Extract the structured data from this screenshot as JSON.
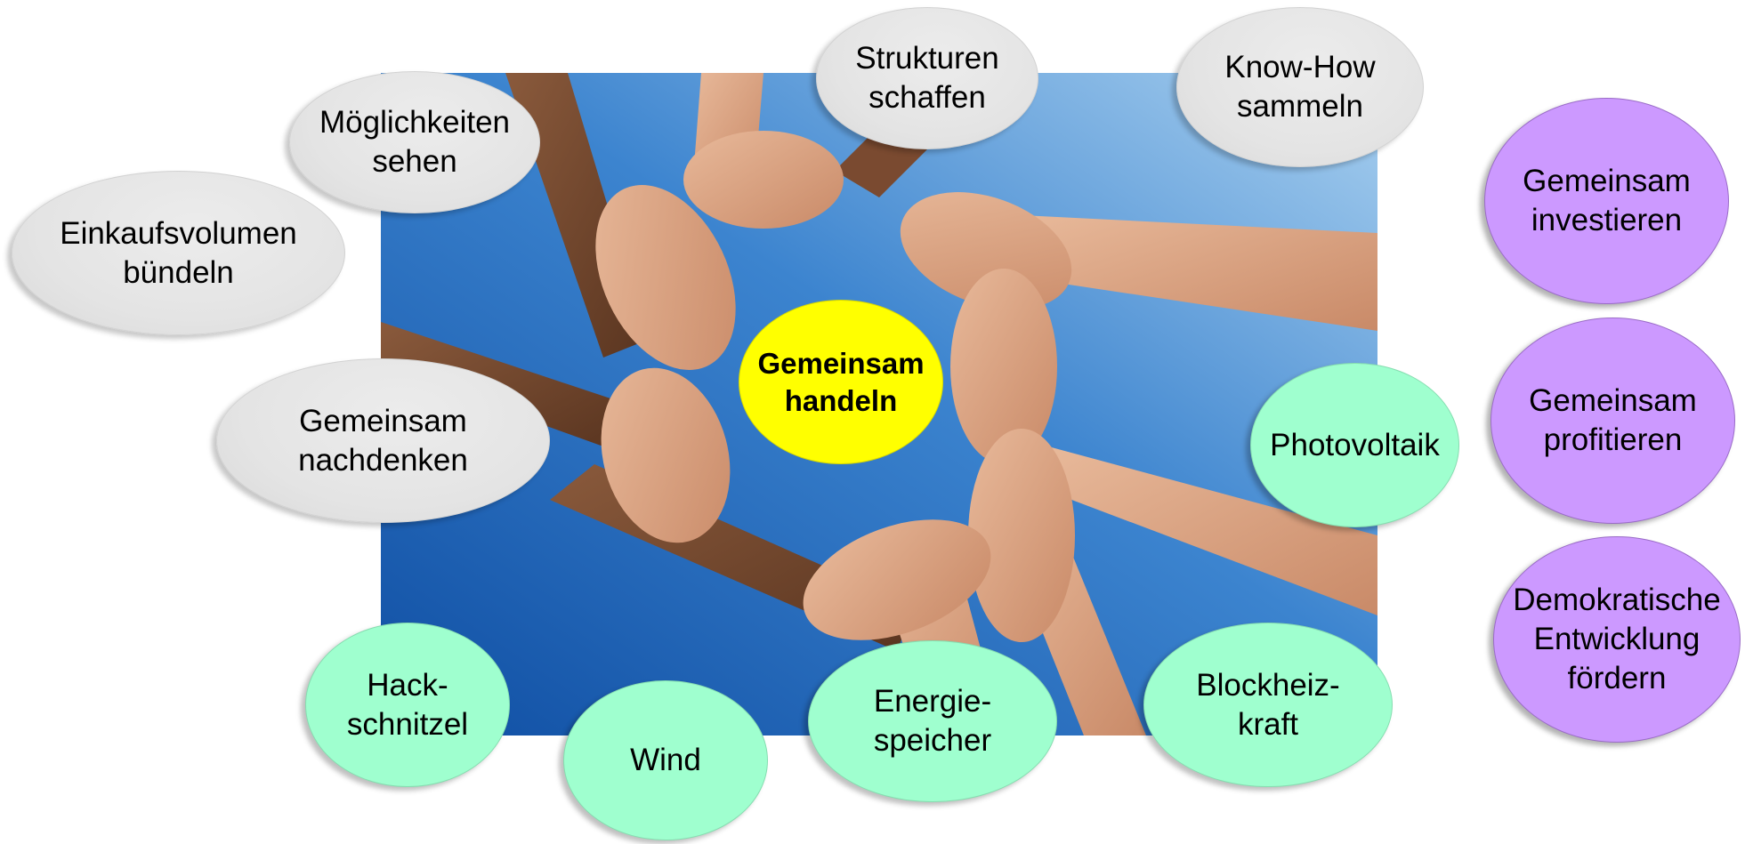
{
  "colors": {
    "grey_bubble": "#e6e6e6",
    "green_bubble": "#9fffcf",
    "purple_bubble": "#cc99ff",
    "center_bubble": "#ffff00",
    "sky_light": "#7fb4e3",
    "sky_dark": "#0f4ea3"
  },
  "photo": {
    "icon": "linked-hands-photo"
  },
  "center": {
    "label": "Gemeinsam\nhandeln"
  },
  "grey_bubbles": [
    {
      "label": "Möglichkeiten\nsehen"
    },
    {
      "label": "Strukturen\nschaffen"
    },
    {
      "label": "Know-How\nsammeln"
    },
    {
      "label": "Einkaufsvolumen\nbündeln"
    },
    {
      "label": "Gemeinsam\nnachdenken"
    }
  ],
  "green_bubbles": [
    {
      "label": "Photovoltaik"
    },
    {
      "label": "Hack-\nschnitzel"
    },
    {
      "label": "Wind"
    },
    {
      "label": "Energie-\nspeicher"
    },
    {
      "label": "Blockheiz-\nkraft"
    }
  ],
  "purple_bubbles": [
    {
      "label": "Gemeinsam\ninvestieren"
    },
    {
      "label": "Gemeinsam\nprofitieren"
    },
    {
      "label": "Demokratische\nEntwicklung\nfördern"
    }
  ]
}
